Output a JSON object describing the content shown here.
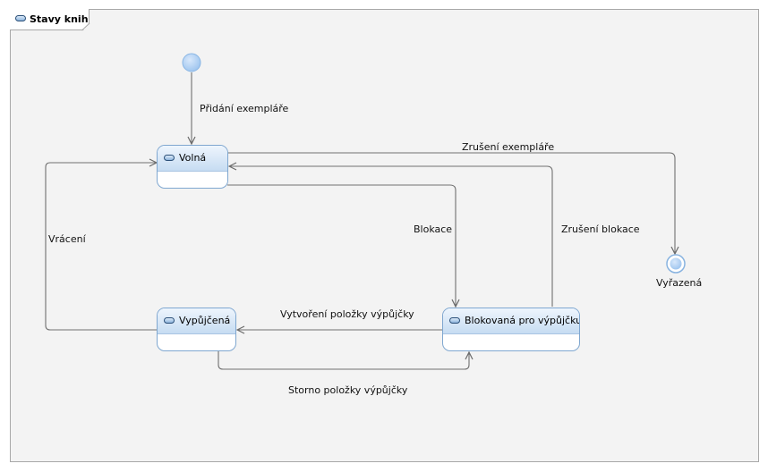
{
  "diagram": {
    "title": "Stavy knih"
  },
  "states": {
    "volna": "Volná",
    "vypujcena": "Vypůjčená",
    "blokovana": "Blokovaná pro výpůjčku"
  },
  "final_state": {
    "label": "Vyřazená"
  },
  "transitions": {
    "pridani": "Přidání exempláře",
    "zruseni_exemplare": "Zrušení exempláře",
    "vraceni": "Vrácení",
    "blokace": "Blokace",
    "zruseni_blokace": "Zrušení blokace",
    "vytvoreni": "Vytvoření položky výpůjčky",
    "storno": "Storno položky výpůjčky"
  }
}
